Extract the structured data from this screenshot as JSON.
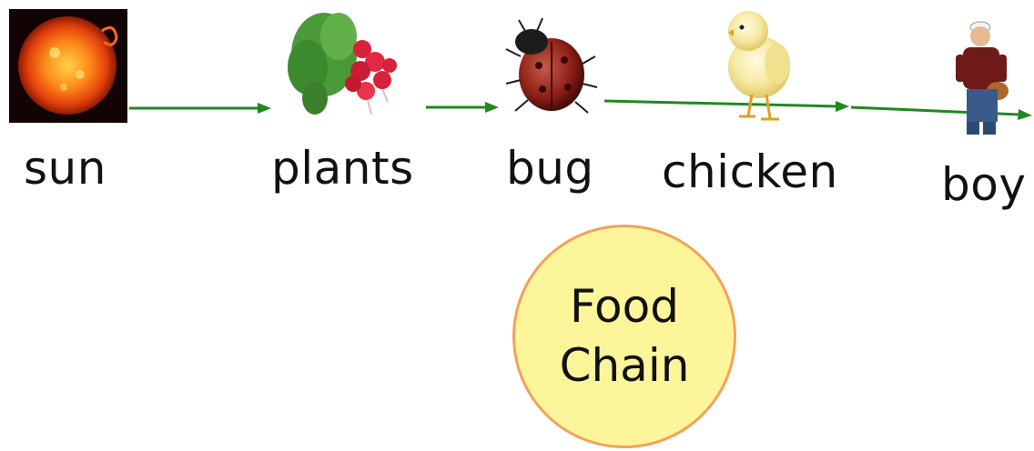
{
  "chain": [
    {
      "id": "sun",
      "label": "sun",
      "icon": "sun-icon"
    },
    {
      "id": "plants",
      "label": "plants",
      "icon": "radish-plant-icon"
    },
    {
      "id": "bug",
      "label": "bug",
      "icon": "ladybug-icon"
    },
    {
      "id": "chicken",
      "label": "chicken",
      "icon": "chick-icon"
    },
    {
      "id": "boy",
      "label": "boy",
      "icon": "boy-icon"
    }
  ],
  "title": {
    "line1": "Food",
    "line2": "Chain"
  },
  "colors": {
    "arrow": "#1f8a1f",
    "circle_fill": "#fdf59a",
    "circle_border": "#f2a25c",
    "text": "#111111"
  }
}
